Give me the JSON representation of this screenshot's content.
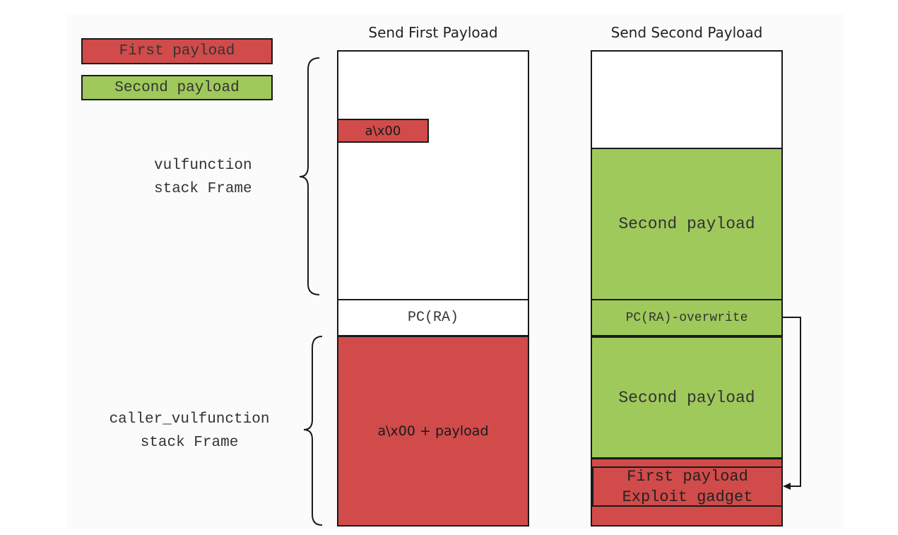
{
  "legend": {
    "first": {
      "label": "First payload",
      "color": "#d04b4a"
    },
    "second": {
      "label": "Second payload",
      "color": "#9fc95b"
    }
  },
  "frames": {
    "vulfunction": [
      "vulfunction",
      "stack Frame"
    ],
    "caller": [
      "caller_vulfunction",
      "stack Frame"
    ]
  },
  "column1": {
    "title": "Send First Payload",
    "small_block": "a\\x00",
    "pc": "PC(RA)",
    "caller_block": "a\\x00 + payload"
  },
  "column2": {
    "title": "Send Second Payload",
    "second_payload_top": "Second payload",
    "pc": "PC(RA)-overwrite",
    "second_payload_bottom": "Second payload",
    "gadget": [
      "First payload",
      "Exploit gadget"
    ]
  }
}
